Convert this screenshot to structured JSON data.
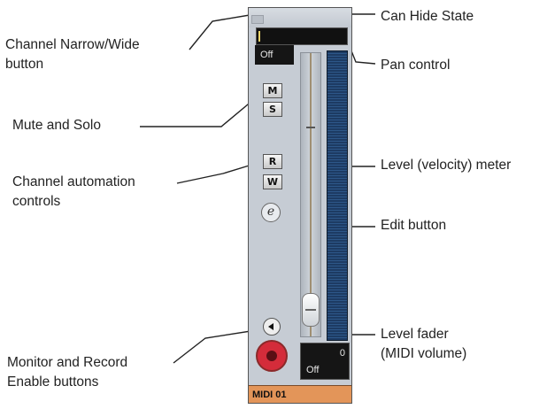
{
  "callouts": {
    "narrow_wide_line1": "Channel Narrow/Wide",
    "narrow_wide_line2": "button",
    "hide_state": "Can Hide State",
    "pan": "Pan control",
    "mute_solo": "Mute and Solo",
    "automation_line1": "Channel automation",
    "automation_line2": "controls",
    "level_meter": "Level (velocity) meter",
    "edit": "Edit button",
    "fader_line1": "Level fader",
    "fader_line2": "(MIDI volume)",
    "monitor_line1": "Monitor and Record",
    "monitor_line2": "Enable buttons"
  },
  "strip": {
    "pan_value": "Off",
    "mute_label": "M",
    "solo_label": "S",
    "read_label": "R",
    "write_label": "W",
    "edit_label": "e",
    "volume_value": "Off",
    "volume_peak": "0",
    "channel_name": "MIDI 01"
  },
  "colors": {
    "strip_bg": "#c6ccd4",
    "meter": "#1d3b63",
    "record": "#d42c3a",
    "name_bar": "#e39559"
  }
}
